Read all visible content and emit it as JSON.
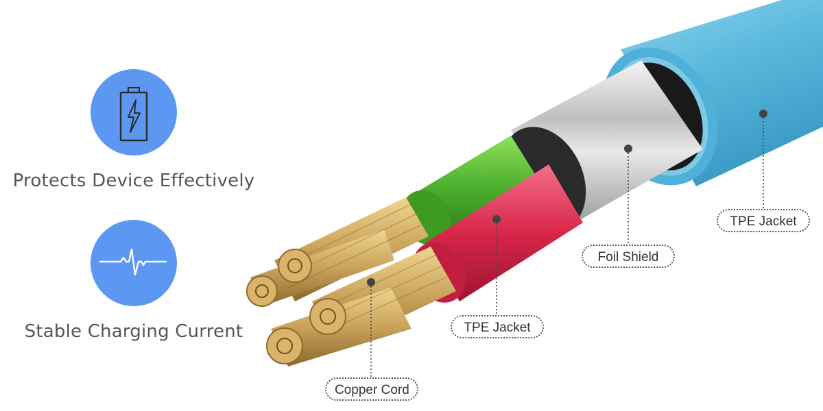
{
  "features": [
    {
      "caption": "Protects Device Effectively",
      "icon": "battery-charging-icon"
    },
    {
      "caption": "Stable Charging Current",
      "icon": "heartbeat-pulse-icon"
    }
  ],
  "callouts": {
    "copper_cord": "Copper Cord",
    "inner_jacket": "TPE Jacket",
    "foil_shield": "Foil Shield",
    "outer_jacket": "TPE Jacket"
  },
  "colors": {
    "icon_circle": "#5c97f2",
    "outer_jacket": "#5ab9dd",
    "green_wire": "#4caf2e",
    "red_wire": "#d8264a",
    "copper": "#c9a25a",
    "foil": "#c8c8c8"
  }
}
